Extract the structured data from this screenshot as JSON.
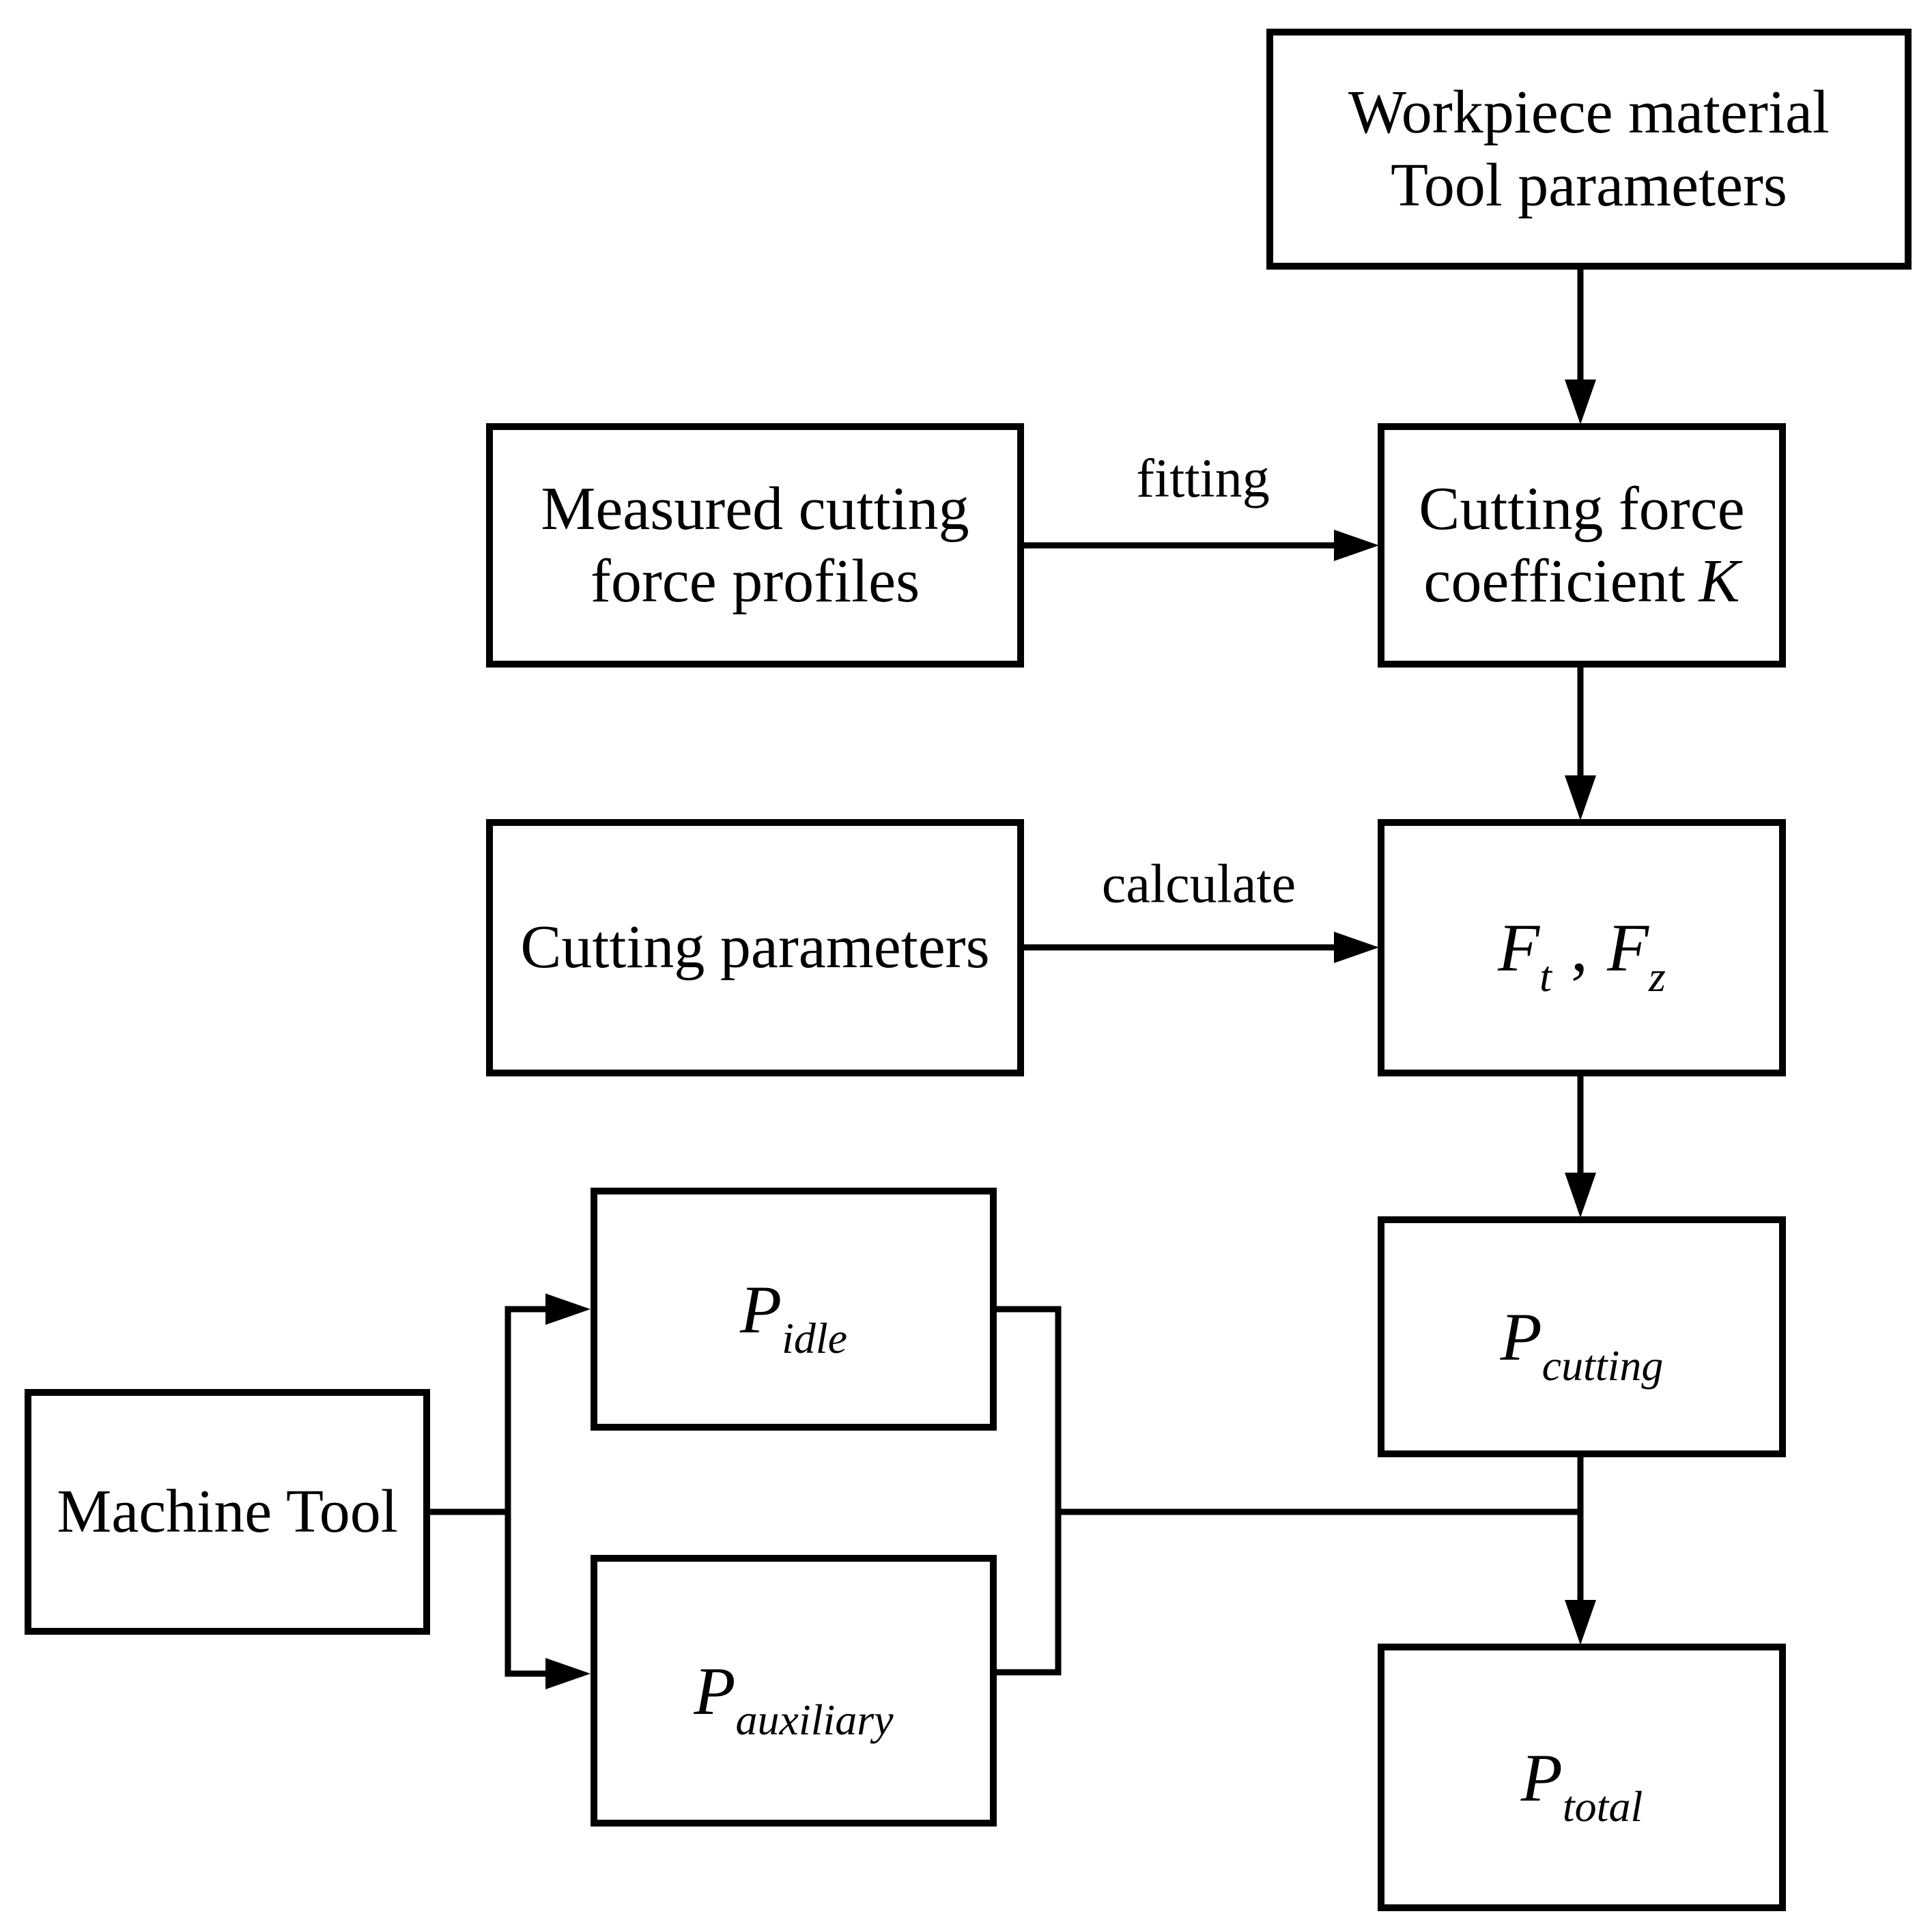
{
  "colors": {
    "line": "#000000",
    "background": "#ffffff"
  },
  "boxes": {
    "workpiece": {
      "line1": "Workpiece material",
      "line2": "Tool parameters"
    },
    "measured": {
      "line1": "Measured cutting",
      "line2": "force profiles"
    },
    "coefficient": {
      "line1": "Cutting force",
      "line2_text": "coefficient",
      "line2_var": "K"
    },
    "cutting_params": {
      "label": "Cutting parameters"
    },
    "forces": {
      "var1": "F",
      "sub1": "t",
      "separator": ",",
      "var2": "F",
      "sub2": "z"
    },
    "p_cutting": {
      "var": "P",
      "sub": "cutting"
    },
    "p_idle": {
      "var": "P",
      "sub": "idle"
    },
    "machine_tool": {
      "label": "Machine Tool"
    },
    "p_auxiliary": {
      "var": "P",
      "sub": "auxiliary"
    },
    "p_total": {
      "var": "P",
      "sub": "total"
    }
  },
  "edge_labels": {
    "fitting": "fitting",
    "calculate": "calculate"
  }
}
